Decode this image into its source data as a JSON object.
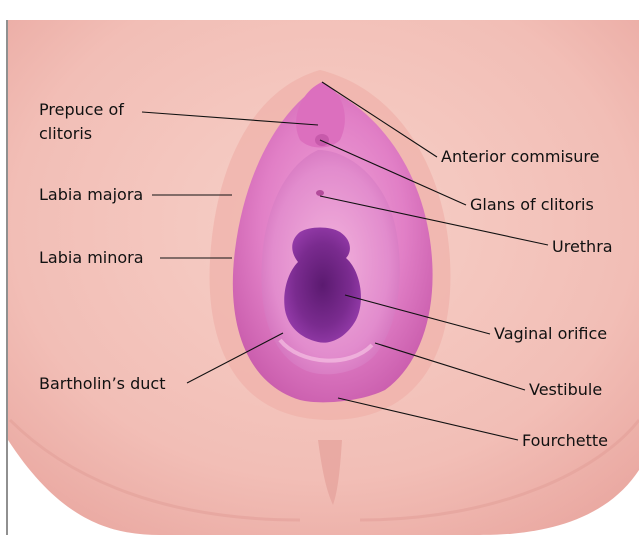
{
  "figure": {
    "title_fragment": "",
    "colors": {
      "skin": "#f3c3bd",
      "skin_shadow": "#e9aaa4",
      "labia_outer": "#e27fc4",
      "labia_inner": "#d264b6",
      "vestibule": "#eea1d2",
      "orifice": "#7b2c8e",
      "orifice_dark": "#5a1b6f",
      "leader": "#111111"
    }
  },
  "labels": {
    "prepuce_of_clitoris_line1": "Prepuce of",
    "prepuce_of_clitoris_line2": "clitoris",
    "labia_majora": "Labia majora",
    "labia_minora": "Labia minora",
    "bartholins_duct": "Bartholin’s duct",
    "anterior_commisure": "Anterior commisure",
    "glans_of_clitoris": "Glans of clitoris",
    "urethra": "Urethra",
    "vaginal_orifice": "Vaginal orifice",
    "vestibule": "Vestibule",
    "fourchette": "Fourchette"
  }
}
